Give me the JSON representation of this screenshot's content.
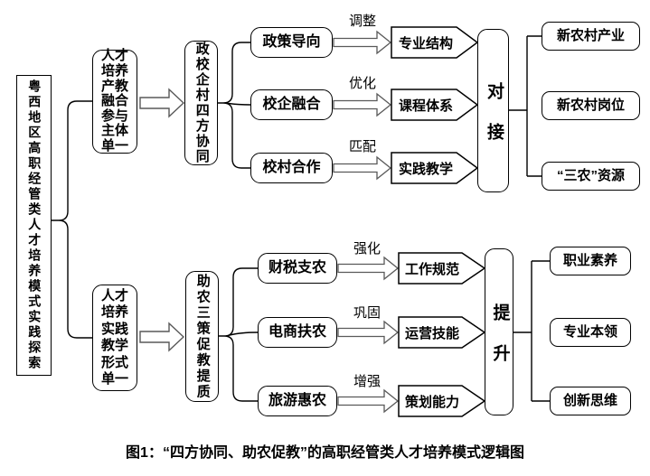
{
  "root": {
    "label": "粤西地区高职经管类人才培养模式实践探索"
  },
  "top": {
    "problem": "人才培养产教融合参与主体单一",
    "strategy": "政校企村四方协同",
    "hub": "对接",
    "rows": [
      {
        "source": "政策导向",
        "action": "调整",
        "target": "专业结构",
        "outcome": "新农村产业"
      },
      {
        "source": "校企融合",
        "action": "优化",
        "target": "课程体系",
        "outcome": "新农村岗位"
      },
      {
        "source": "校村合作",
        "action": "匹配",
        "target": "实践教学",
        "outcome": "“三农”资源"
      }
    ]
  },
  "bottom": {
    "problem": "人才培养实践教学形式单一",
    "strategy": "助农三策促教提质",
    "hub": "提升",
    "rows": [
      {
        "source": "财税支农",
        "action": "强化",
        "target": "工作规范",
        "outcome": "职业素养"
      },
      {
        "source": "电商扶农",
        "action": "巩固",
        "target": "运营技能",
        "outcome": "专业本领"
      },
      {
        "source": "旅游惠农",
        "action": "增强",
        "target": "策划能力",
        "outcome": "创新思维"
      }
    ]
  },
  "caption": {
    "text": "图1：“四方协同、助农促教”的高职经管类人才培养模式逻辑图"
  },
  "colors": {
    "background": "#ffffff",
    "box_border": "#000000",
    "connector_line": "#000000",
    "block_arrow_outline": "#595959",
    "text": "#000000"
  }
}
